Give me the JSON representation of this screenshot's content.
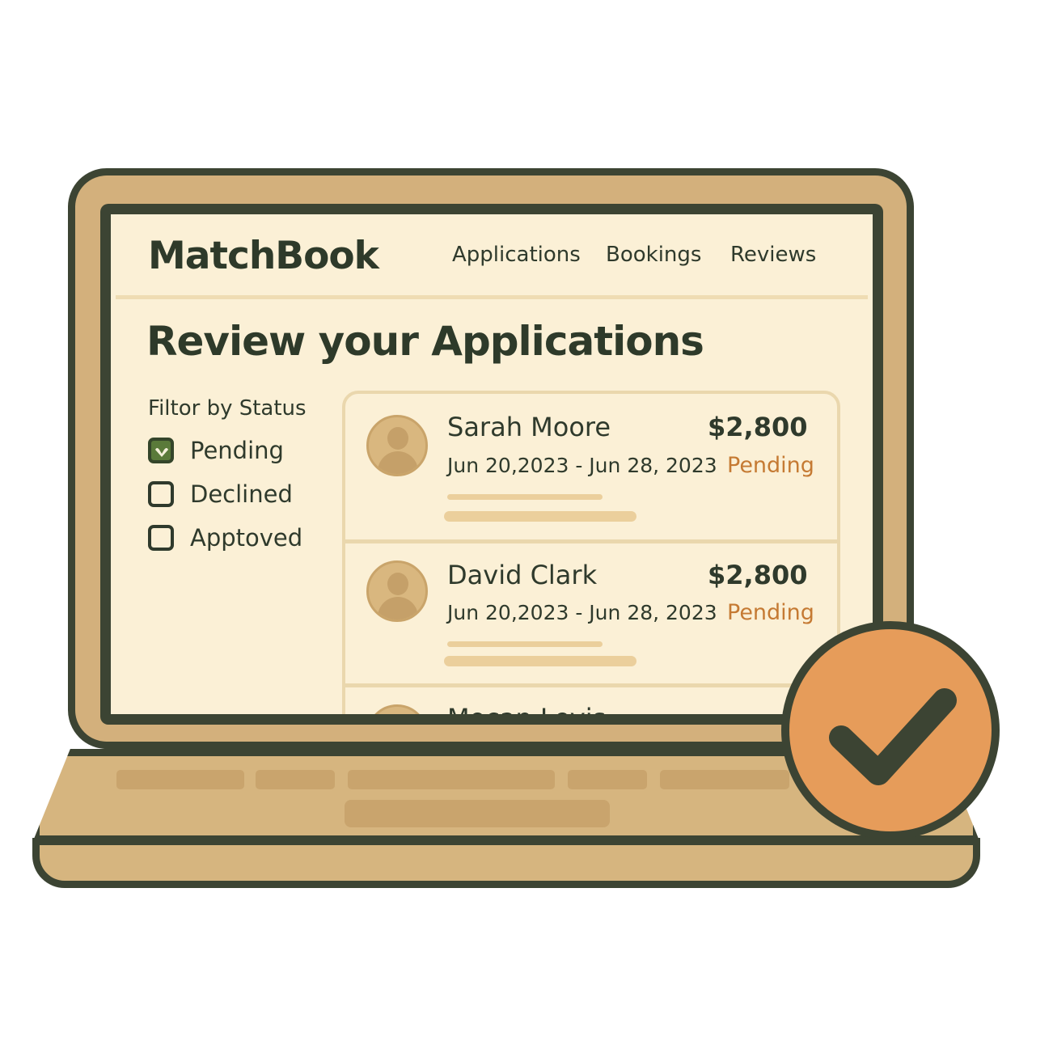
{
  "app": {
    "logo": "MatchBook"
  },
  "nav": [
    {
      "label": "Applications"
    },
    {
      "label": "Bookings"
    },
    {
      "label": "Reviews"
    }
  ],
  "page": {
    "title": "Review your Applications"
  },
  "filters": {
    "title": "Filtor by Status",
    "options": [
      {
        "label": "Pending",
        "checked": true
      },
      {
        "label": "Declined",
        "checked": false
      },
      {
        "label": "Apptoved",
        "checked": false
      }
    ]
  },
  "applications": [
    {
      "name": "Sarah Moore",
      "dates": "Jun 20,2023 - Jun 28, 2023",
      "price": "$2,800",
      "status": "Pending"
    },
    {
      "name": "David Clark",
      "dates": "Jun 20,2023 - Jun 28, 2023",
      "price": "$2,800",
      "status": "Pending"
    },
    {
      "name": "Mocan Levis"
    }
  ],
  "colors": {
    "screen_bg": "#fbf0d6",
    "laptop_body": "#d3b07c",
    "outline": "#3c4433",
    "accent_orange": "#e69c5a",
    "status_pending": "#c57a33",
    "checkbox_checked": "#5a7a3a"
  },
  "icons": {
    "badge": "checkmark-icon",
    "avatar": "user-avatar-icon",
    "checkbox_mark": "heart-check-icon"
  }
}
